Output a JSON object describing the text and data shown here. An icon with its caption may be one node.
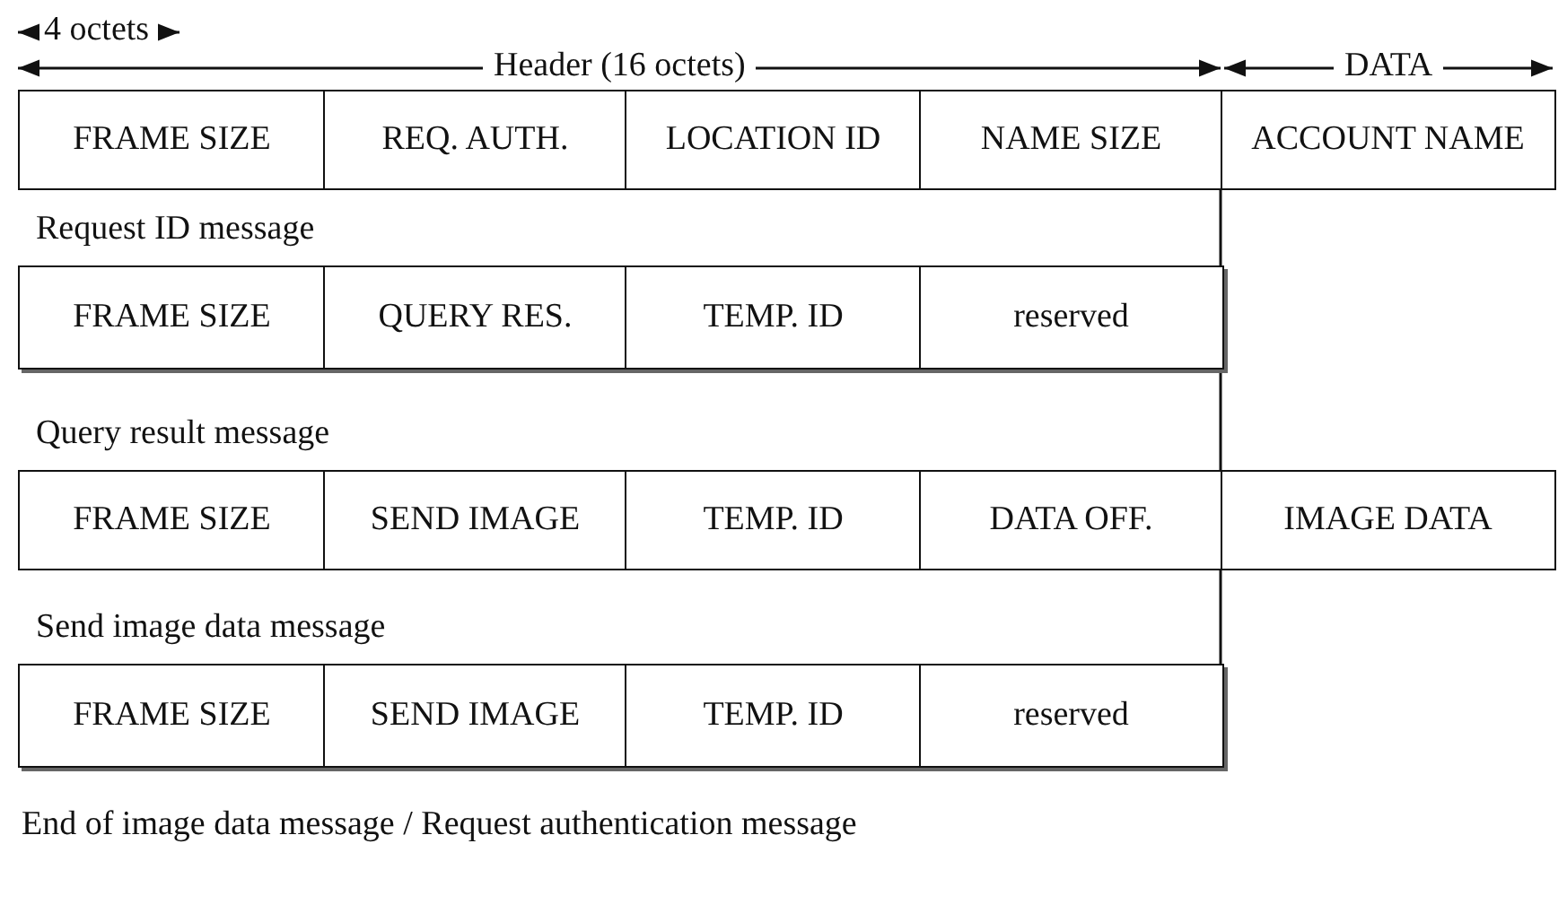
{
  "diagram": {
    "labels": [
      "4 octets",
      "Header (16 octets)",
      "DATA",
      "FRAME SIZE",
      "REQ. AUTH.",
      "LOCATION ID",
      "NAME SIZE",
      "ACCOUNT NAME",
      "Request ID message",
      "FRAME SIZE",
      "QUERY RES.",
      "TEMP. ID",
      "reserved",
      "Query result message",
      "FRAME SIZE",
      "SEND IMAGE",
      "TEMP. ID",
      "DATA OFF.",
      "IMAGE DATA",
      "Send image data message",
      "FRAME SIZE",
      "SEND IMAGE",
      "TEMP. ID",
      "reserved",
      "End of image data message / Request authentication message"
    ]
  }
}
